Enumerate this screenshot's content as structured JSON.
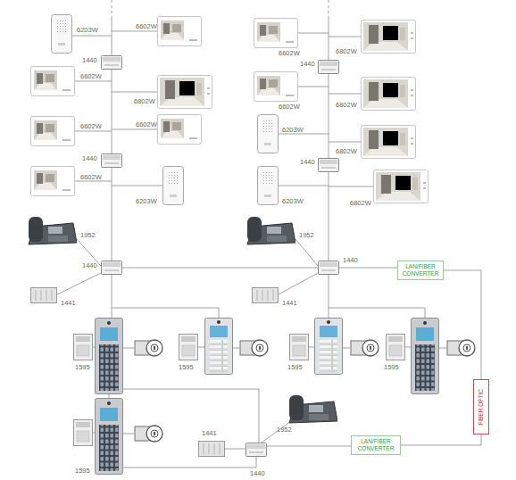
{
  "diagram": {
    "nodes": [
      {
        "text": [
          "LAN/FIBER CONVERTER"
        ]
      },
      {
        "text": [
          "FIBER OPTIC"
        ]
      },
      {
        "text": [
          "LAN/FIBER CONVERTER"
        ]
      }
    ],
    "edges": [
      {
        "from": 0,
        "to": 1,
        "arrow": "none"
      },
      {
        "from": 1,
        "to": 2,
        "arrow": "none"
      }
    ],
    "labels": [
      "6203W",
      "6602W",
      "1440",
      "6602W",
      "6802W",
      "6602W",
      "6602W",
      "1440",
      "6602W",
      "6203W",
      "1952",
      "1440",
      "1441",
      "6602W",
      "6802W",
      "1440",
      "6602W",
      "6802W",
      "6203W",
      "6802W",
      "1440",
      "6203W",
      "6802W",
      "1952",
      "1440",
      "1441",
      "1595",
      "1595",
      "1595",
      "1595",
      "1595",
      "1441",
      "1952",
      "1440"
    ]
  }
}
